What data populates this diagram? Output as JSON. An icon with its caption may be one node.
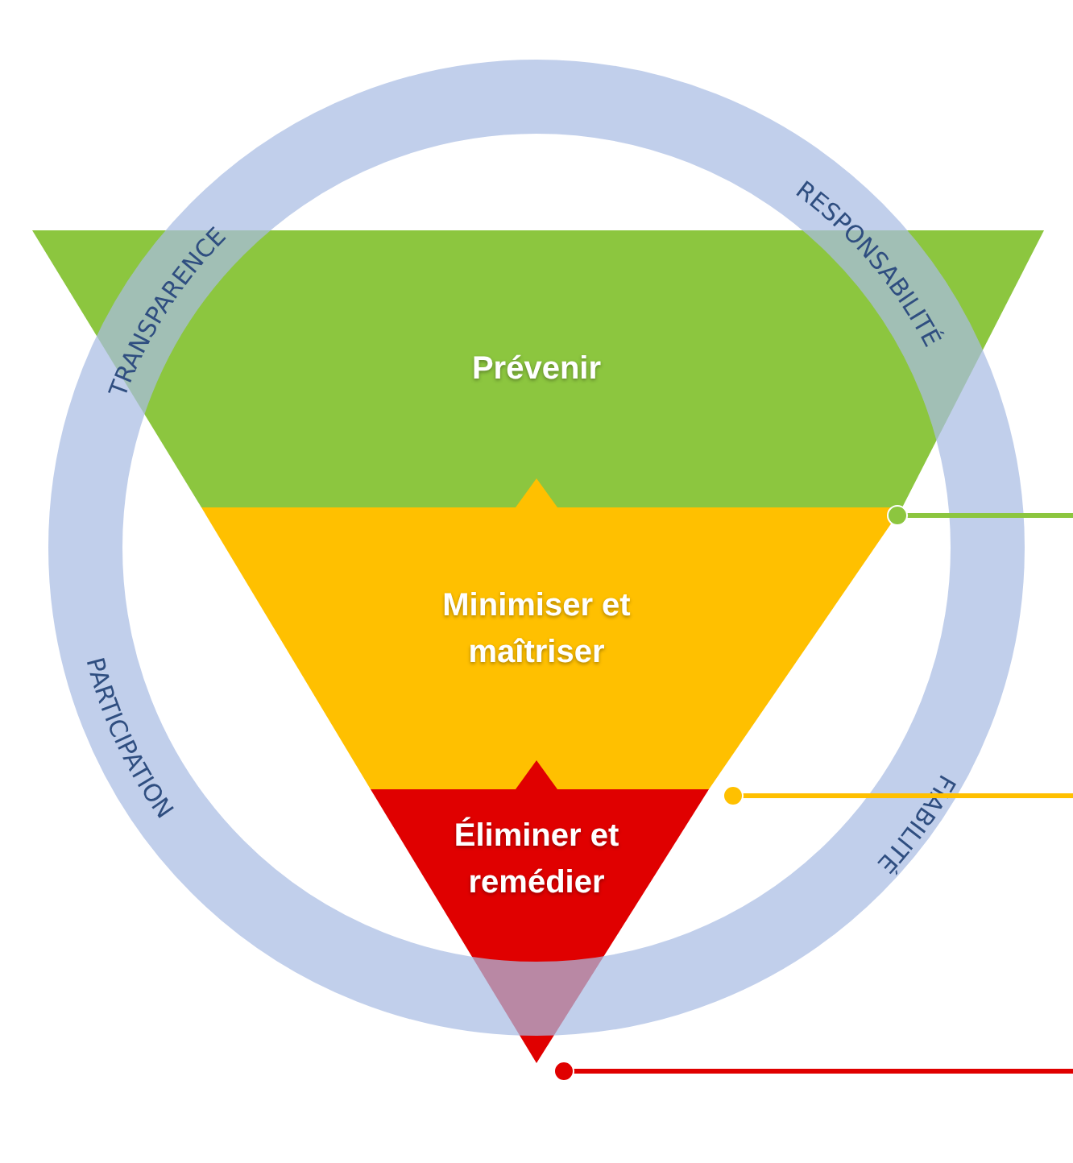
{
  "diagram": {
    "nodes": [
      {
        "text": [
          "Prévenir"
        ]
      },
      {
        "text": [
          "Minimiser et maîtriser"
        ]
      },
      {
        "text": [
          "Éliminer et remédier"
        ]
      }
    ],
    "edges": [
      {
        "from": 1,
        "to": 0,
        "arrow": "to",
        "color": "#ffc000"
      },
      {
        "from": 2,
        "to": 1,
        "arrow": "to",
        "color": "#e00000"
      },
      {
        "from": 0,
        "to": null,
        "arrow": "other",
        "color": "#8cc63f"
      },
      {
        "from": 1,
        "to": null,
        "arrow": "other",
        "color": "#ffc000"
      },
      {
        "from": 2,
        "to": null,
        "arrow": "other",
        "color": "#e00000"
      }
    ],
    "labels": [
      "TRANSPARENCE",
      "RESPONSABILITÉ",
      "PARTICIPATION",
      "FIABILITÉ"
    ]
  }
}
